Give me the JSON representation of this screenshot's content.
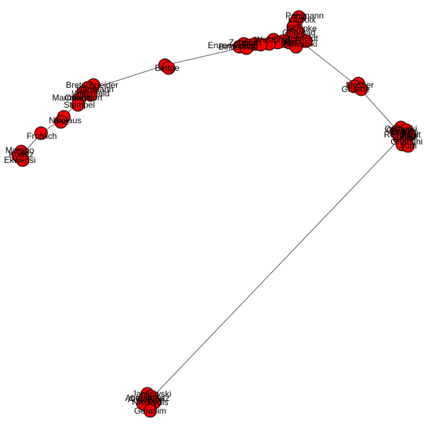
{
  "graph": {
    "colors": {
      "node_fill": "#ee0000",
      "node_stroke": "#000000",
      "edge": "#555555",
      "label": "#000000",
      "background": "#ffffff"
    },
    "labels": [
      "Pohlmann",
      "Lacroix",
      "Schipke",
      "Ghernad",
      "Steinfeldt",
      "Enzenwinkel",
      "Zeppelin",
      "Bindewald",
      "Westphal",
      "Bille",
      "Kowalski",
      "Bettge",
      "Bretschneider",
      "Hartmann",
      "Wittenfeld",
      "Obersdorf",
      "Marrmann",
      "Stempel",
      "Nikolaus",
      "Pitt",
      "Frohlich",
      "Morano",
      "Kowitz",
      "Ekwensi",
      "Mosser",
      "Gruebe",
      "Orlowski",
      "Brandt",
      "Reinhardt",
      "Zettel",
      "Gregor",
      "Taylor",
      "Ghandhi",
      "Kim",
      "Jankowski",
      "Anderson",
      "Abramowitz",
      "Nikolaidis",
      "Gerasim"
    ]
  }
}
